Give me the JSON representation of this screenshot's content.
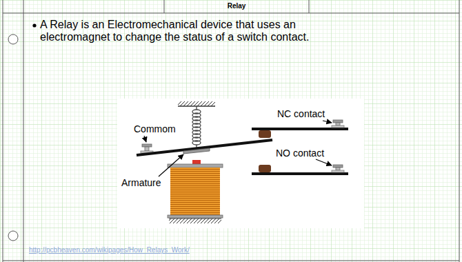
{
  "diagram": {
    "title": "Relay",
    "labels": [
      "A Relay is an Electromechanical device that uses an electromagnet to change the status of a switch contact.",
      "Commom",
      "NC contact",
      "NO contact",
      "Armature",
      "http://pcbheaven.com/wikipages/How_Relays_Work/"
    ]
  }
}
